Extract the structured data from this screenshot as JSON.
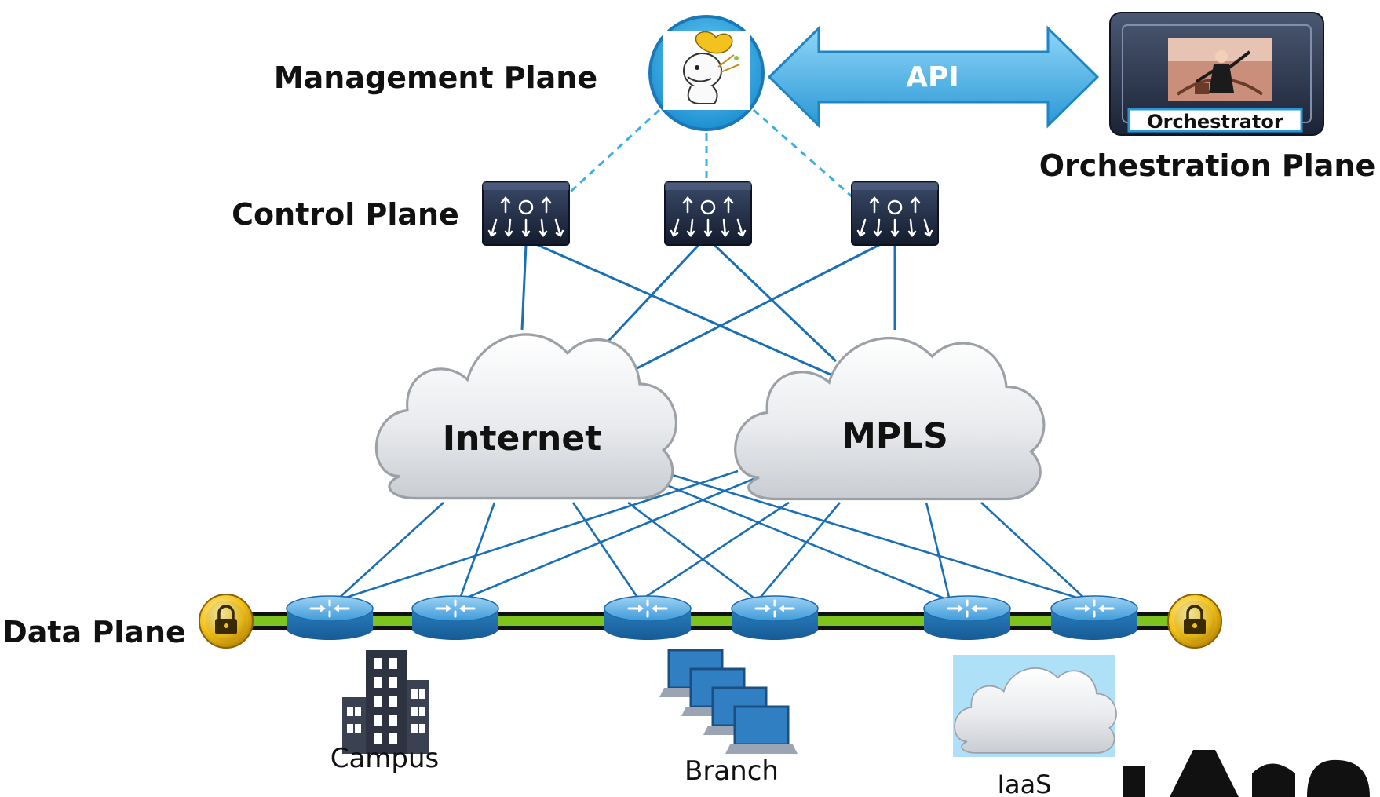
{
  "labels": {
    "management_plane": "Management Plane",
    "control_plane": "Control Plane",
    "orchestration_plane": "Orchestration Plane",
    "data_plane": "Data Plane",
    "api": "API",
    "orchestrator": "Orchestrator",
    "internet": "Internet",
    "mpls": "MPLS",
    "campus": "Campus",
    "branch": "Branch",
    "iaas": "IaaS"
  },
  "colors": {
    "link": "#1a6fb5",
    "dashed_link": "#3bb0e0",
    "data_bus": "#7dc41f",
    "api_arrow": "#4ab8e8",
    "router": "#2e86c8",
    "lock": "#f1b400"
  },
  "icons": {
    "management": "vmanage-mascot-icon",
    "orchestrator": "orchestrator-conductor-icon",
    "control": "controller-switch-icon",
    "router": "router-icon",
    "lock": "lock-icon",
    "campus": "building-icon",
    "branch": "computers-icon",
    "iaas": "cloud-icon"
  }
}
